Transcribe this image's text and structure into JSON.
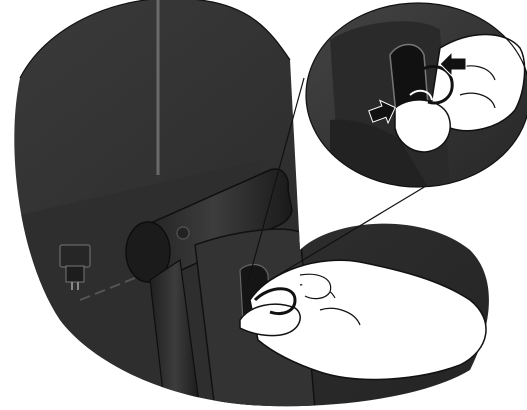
{
  "illustration": {
    "main_view": "monitor-back-cable-clip",
    "detail_view": "cable-clip-zoom",
    "arrows": [
      "push-arrow-left",
      "push-arrow-right"
    ],
    "colors": {
      "background": "#ffffff",
      "monitor_dark": "#2b2b2b",
      "monitor_mid": "#3a3a3a",
      "monitor_light": "#555555",
      "outline": "#111111",
      "hand_fill": "#ffffff",
      "arrow_fill": "#111111"
    }
  }
}
